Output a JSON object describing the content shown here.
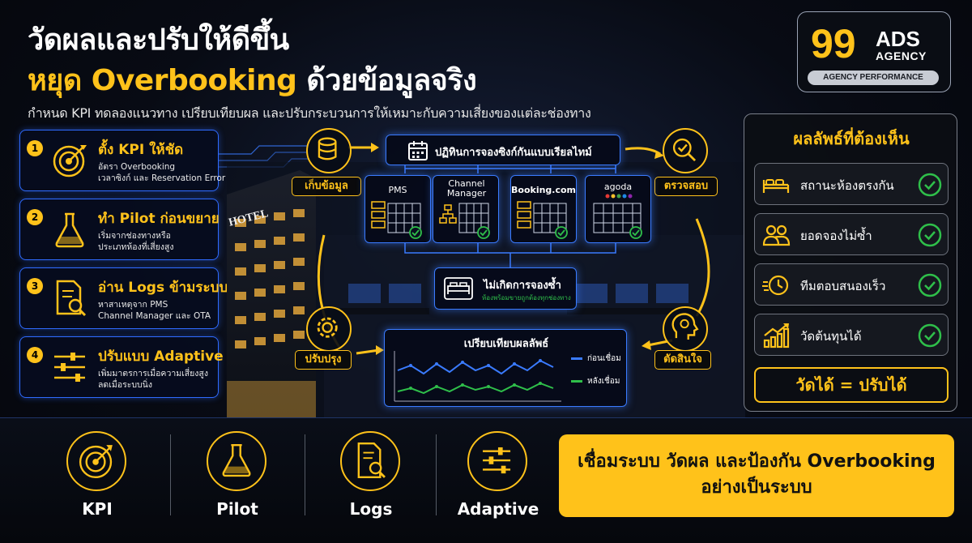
{
  "header": {
    "title_line1": "วัดผลและปรับให้ดีขึ้น",
    "title_line2_highlight": "หยุด Overbooking",
    "title_line2_rest": " ด้วยข้อมูลจริง",
    "subtitle": "กำหนด KPI ทดลองแนวทาง เปรียบเทียบผล และปรับกระบวนการให้เหมาะกับความเสี่ยงของแต่ละช่องทาง"
  },
  "logo": {
    "number": "99",
    "ads": "ADS",
    "agency": "AGENCY",
    "tagline": "AGENCY PERFORMANCE"
  },
  "steps": [
    {
      "num": "1",
      "title": "ตั้ง KPI ให้ชัด",
      "desc1": "อัตรา Overbooking",
      "desc2": "เวลาซิงก์ และ Reservation Error",
      "icon": "target-icon"
    },
    {
      "num": "2",
      "title": "ทำ Pilot ก่อนขยาย",
      "desc1": "เริ่มจากช่องทางหรือ",
      "desc2": "ประเภทห้องที่เสี่ยงสูง",
      "icon": "flask-icon"
    },
    {
      "num": "3",
      "title": "อ่าน Logs ข้ามระบบ",
      "desc1": "หาสาเหตุจาก PMS",
      "desc2": "Channel Manager และ OTA",
      "icon": "log-search-icon"
    },
    {
      "num": "4",
      "title": "ปรับแบบ Adaptive",
      "desc1": "เพิ่มมาตรการเมื่อความเสี่ยงสูง",
      "desc2": "ลดเมื่อระบบนิ่ง",
      "icon": "sliders-icon"
    }
  ],
  "center": {
    "sync_title": "ปฏิทินการจองซิงก์กันแบบเรียลไทม์",
    "hotel_sign": "HOTEL",
    "systems": [
      {
        "name": "PMS"
      },
      {
        "name": "Channel Manager"
      },
      {
        "name": "Booking.com"
      },
      {
        "name": "agoda"
      }
    ],
    "cycle": {
      "collect": "เก็บข้อมูล",
      "check": "ตรวจสอบ",
      "decide": "ตัดสินใจ",
      "improve": "ปรับปรุง"
    },
    "no_double_title": "ไม่เกิดการจองซ้ำ",
    "no_double_sub": "ห้องพร้อมขายถูกต้องทุกช่องทาง",
    "compare_title": "เปรียบเทียบผลลัพธ์",
    "legend_before": "ก่อนเชื่อม",
    "legend_after": "หลังเชื่อม"
  },
  "results": {
    "title": "ผลลัพธ์ที่ต้องเห็น",
    "items": [
      {
        "label": "สถานะห้องตรงกัน",
        "icon": "bed-icon"
      },
      {
        "label": "ยอดจองไม่ซ้ำ",
        "icon": "users-icon"
      },
      {
        "label": "ทีมตอบสนองเร็ว",
        "icon": "fast-clock-icon"
      },
      {
        "label": "วัดต้นทุนได้",
        "icon": "growth-chart-icon"
      }
    ],
    "summary": "วัดได้ = ปรับได้"
  },
  "bottom": {
    "items": [
      {
        "label": "KPI",
        "icon": "target-icon"
      },
      {
        "label": "Pilot",
        "icon": "flask-icon"
      },
      {
        "label": "Logs",
        "icon": "log-search-icon"
      },
      {
        "label": "Adaptive",
        "icon": "sliders-icon"
      }
    ],
    "cta_line1": "เชื่อมระบบ วัดผล และป้องกัน Overbooking",
    "cta_line2": "อย่างเป็นระบบ"
  },
  "colors": {
    "accent": "#ffc21a",
    "blue": "#3a7bff",
    "green": "#2fbf4a",
    "bg": "#05070d"
  }
}
